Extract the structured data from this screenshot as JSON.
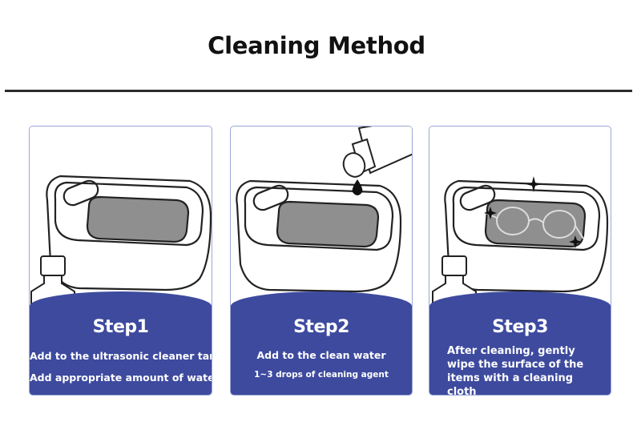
{
  "header": {
    "title": "Cleaning Method"
  },
  "steps": [
    {
      "step": "Step1",
      "lines": [
        "Add to the ultrasonic cleaner tank",
        "Add appropriate amount of water"
      ]
    },
    {
      "step": "Step2",
      "lines": [
        "Add to the clean water",
        "1~3 drops of cleaning agent"
      ]
    },
    {
      "step": "Step3",
      "text": "After cleaning, gently wipe the surface of the items with a cleaning cloth"
    }
  ],
  "colors": {
    "panel": "#3d4a9e",
    "card_border": "#9aa8d6",
    "tank_fill": "#8f8f8f"
  },
  "icons": [
    "ultrasonic-cleaner-icon",
    "bottle-icon",
    "dropper-bottle-icon",
    "water-drop-icon",
    "glasses-icon",
    "sparkle-icon"
  ]
}
